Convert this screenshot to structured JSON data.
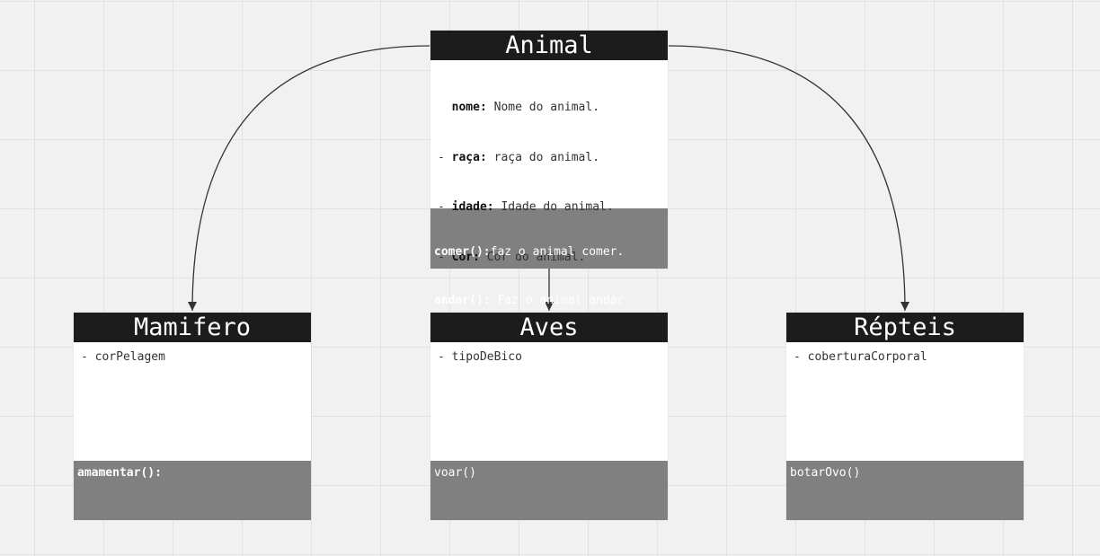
{
  "diagram": {
    "parent": {
      "name": "Animal",
      "attributes": [
        {
          "prefix": "  ",
          "name": "nome:",
          "desc": " Nome do animal."
        },
        {
          "prefix": "- ",
          "name": "raça:",
          "desc": " raça do animal."
        },
        {
          "prefix": "- ",
          "name": "idade:",
          "desc": " Idade do animal."
        },
        {
          "prefix": "- ",
          "name": "Cor:",
          "desc": " Cor do animal."
        }
      ],
      "methods": [
        {
          "name": "comer():",
          "desc": "faz o animal comer."
        },
        {
          "name": "andar():",
          "desc": " Faz o animal andar"
        }
      ]
    },
    "children": [
      {
        "name": "Mamifero",
        "attribute": "- corPelagem",
        "method": "amamentar():",
        "method_bold": true
      },
      {
        "name": "Aves",
        "attribute": "- tipoDeBico",
        "method": "voar()",
        "method_bold": false
      },
      {
        "name": "Répteis",
        "attribute": "- coberturaCorporal",
        "method": "botarOvo()",
        "method_bold": false
      }
    ]
  },
  "colors": {
    "header_bg": "#1c1c1c",
    "methods_bg": "#808080",
    "connector": "#333333",
    "canvas": "#f1f1f1"
  }
}
